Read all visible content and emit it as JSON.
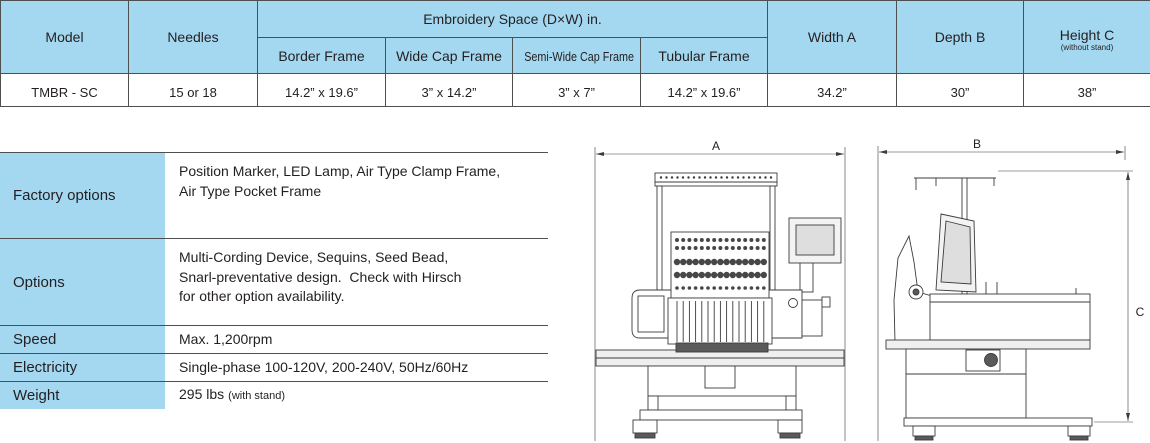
{
  "colors": {
    "header_background": "#a4d8f1",
    "rule_line": "#4f4f4f"
  },
  "specs_table": {
    "headers": {
      "model": "Model",
      "needles": "Needles",
      "embroidery_space": "Embroidery Space (D×W) in.",
      "border_frame": "Border Frame",
      "wide_cap_frame": "Wide Cap Frame",
      "semi_wide_cap_frame": "Semi-Wide Cap Frame",
      "tubular_frame": "Tubular Frame",
      "width": "Width A",
      "depth": "Depth B",
      "height": "Height C",
      "height_note": "(without stand)"
    },
    "rows": [
      {
        "model": "TMBR - SC",
        "needles": "15 or 18",
        "border_frame": "14.2” x 19.6”",
        "wide_cap_frame": "3” x 14.2”",
        "semi_wide_cap_frame": "3” x 7”",
        "tubular_frame": "14.2” x 19.6”",
        "width": "34.2”",
        "depth": "30”",
        "height": "38”"
      }
    ]
  },
  "options_table": {
    "rows": [
      {
        "label": "Factory options",
        "lines": [
          "Position Marker, LED Lamp, Air Type Clamp Frame,",
          "Air Type Pocket Frame"
        ]
      },
      {
        "label": "Options",
        "lines": [
          "Multi-Cording Device, Sequins, Seed Bead,",
          "Snarl-preventative design.  Check with Hirsch",
          "for other option availability."
        ]
      },
      {
        "label": "Speed",
        "lines": [
          "Max. 1,200rpm"
        ]
      },
      {
        "label": "Electricity",
        "lines": [
          "Single-phase 100-120V, 200-240V, 50Hz/60Hz"
        ]
      },
      {
        "label": "Weight",
        "value": "295 lbs",
        "note": "(with stand)"
      }
    ]
  },
  "drawings": {
    "front_view_dimension": "A",
    "side_view_depth_dimension": "B",
    "side_view_height_dimension": "C"
  }
}
